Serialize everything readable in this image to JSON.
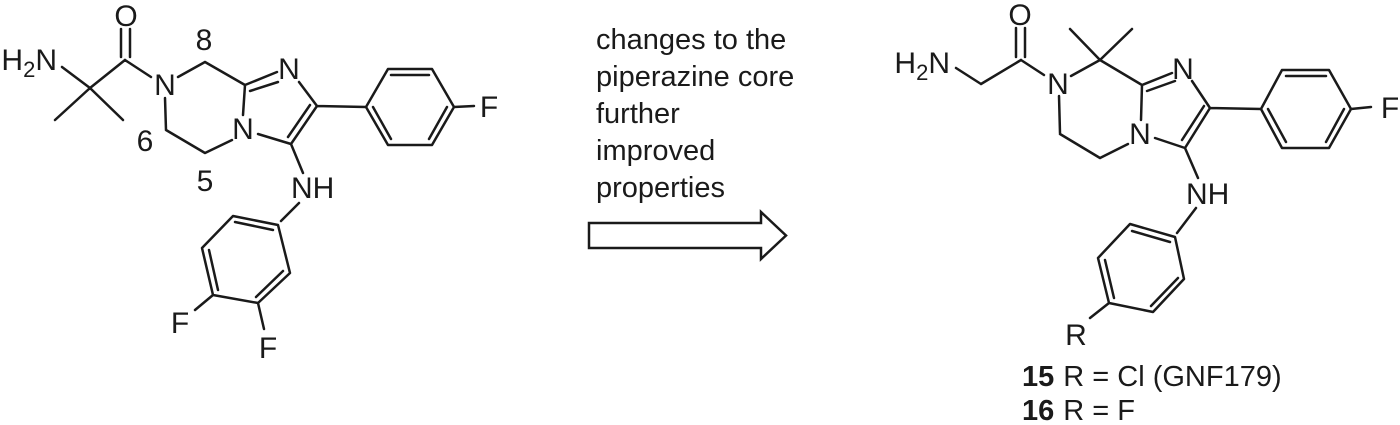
{
  "annotation": {
    "lines": [
      "changes to the",
      "piperazine core",
      "further",
      "improved",
      "properties"
    ]
  },
  "arrow": {
    "direction": "right"
  },
  "compound_labels": [
    {
      "number": "15",
      "definition": "R = Cl (GNF179)"
    },
    {
      "number": "16",
      "definition": "R = F"
    }
  ],
  "left_molecule": {
    "labels": {
      "carbonyl_o": "O",
      "amine": {
        "h": "H",
        "sub": "2",
        "n": "N"
      },
      "n7": "N",
      "n1": "N",
      "n4": "N",
      "nh": "NH",
      "pos8": "8",
      "pos6": "6",
      "pos5": "5",
      "f_para_top": "F",
      "f_para_bottom": "F",
      "f_meta_bottom": "F"
    }
  },
  "right_molecule": {
    "labels": {
      "carbonyl_o": "O",
      "amine": {
        "h": "H",
        "sub": "2",
        "n": "N"
      },
      "n7": "N",
      "n1": "N",
      "n4": "N",
      "nh": "NH",
      "f_para_top": "F",
      "r_group": "R"
    }
  },
  "colors": {
    "ink": "#1a1a1a",
    "background": "#ffffff"
  }
}
